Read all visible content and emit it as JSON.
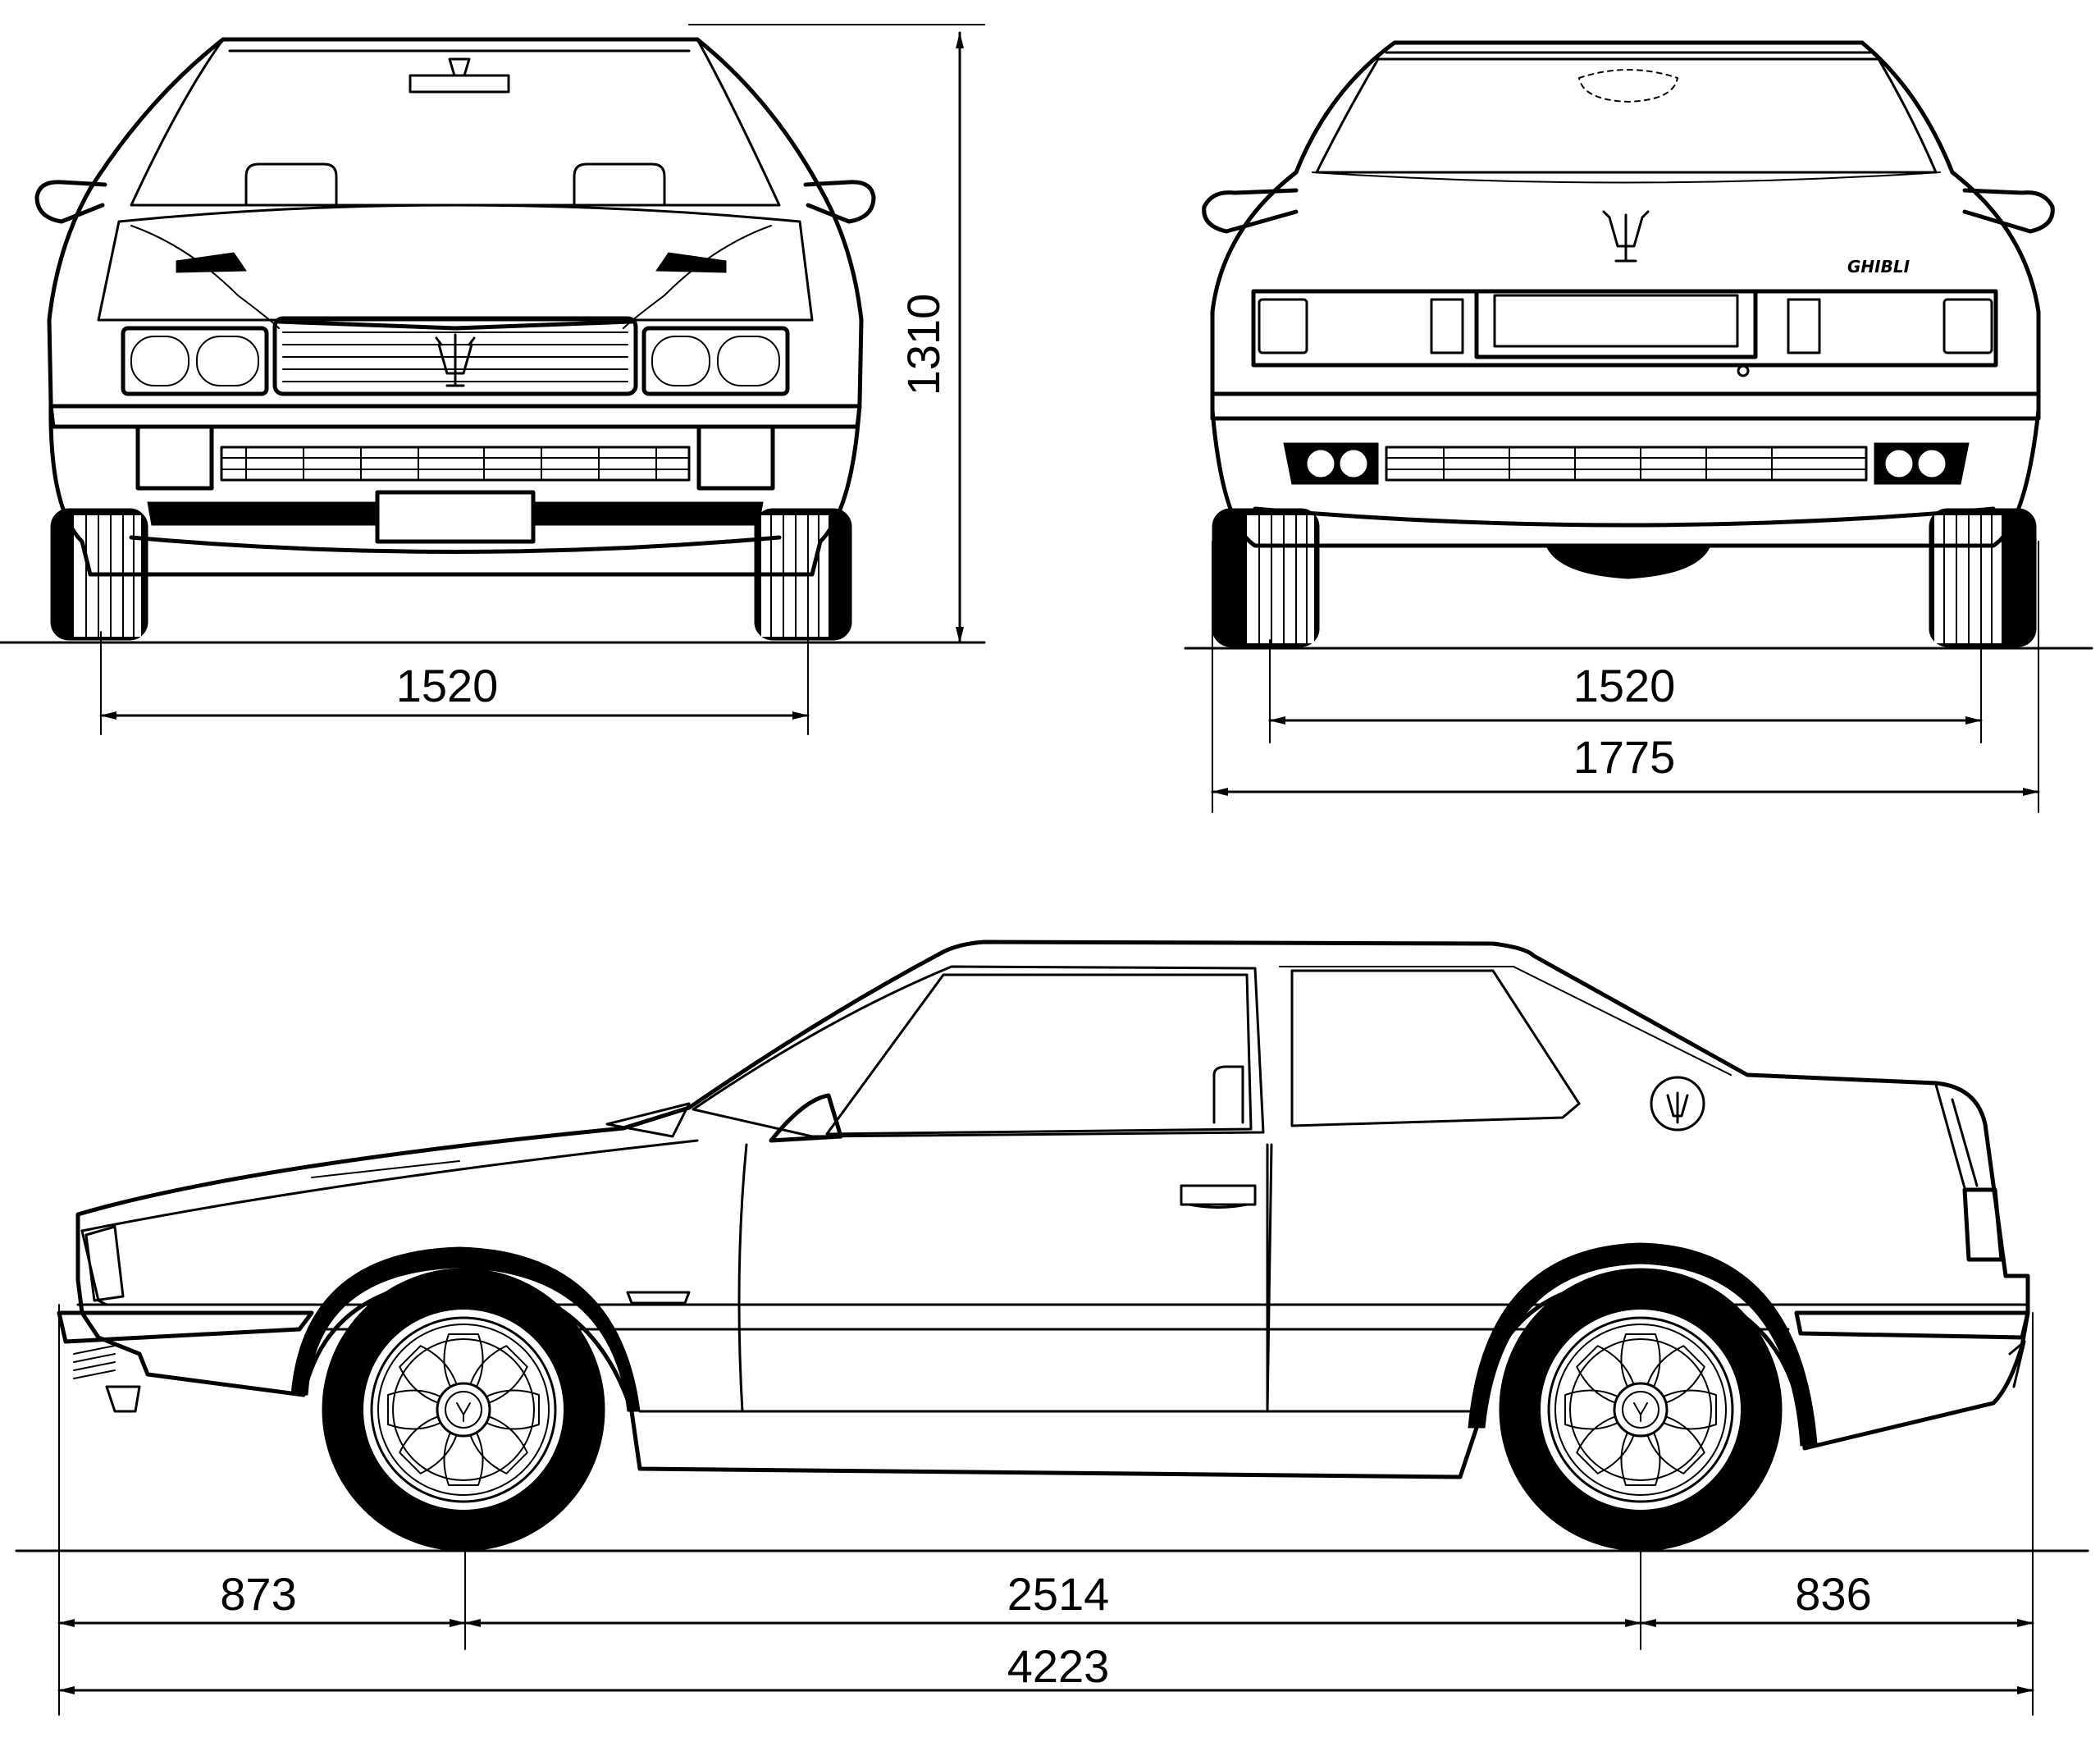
{
  "diagram": {
    "views": [
      "front",
      "rear",
      "side"
    ],
    "badge": "GHIBLI",
    "dimensions": {
      "front_track": "1520",
      "height": "1310",
      "rear_track": "1520",
      "width": "1775",
      "front_overhang": "873",
      "wheelbase": "2514",
      "rear_overhang": "836",
      "length": "4223"
    }
  }
}
